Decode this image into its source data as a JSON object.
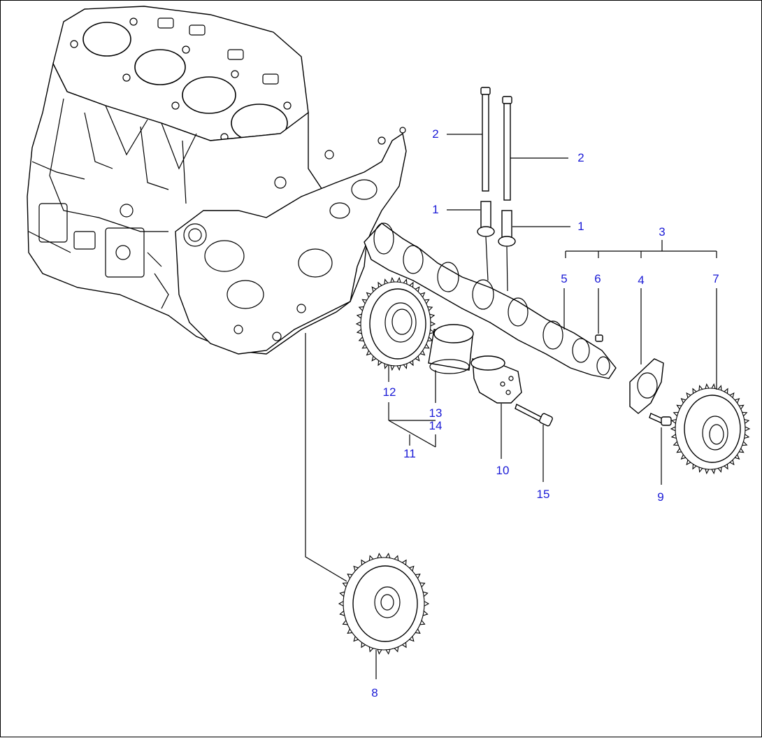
{
  "callouts": {
    "c1a": "1",
    "c1b": "1",
    "c2a": "2",
    "c2b": "2",
    "c3": "3",
    "c4": "4",
    "c5": "5",
    "c6": "6",
    "c7": "7",
    "c8": "8",
    "c9": "9",
    "c10": "10",
    "c11": "11",
    "c12": "12",
    "c13": "13",
    "c14": "14",
    "c15": "15"
  },
  "colors": {
    "callout": "#1a1ad6",
    "line": "#000000"
  }
}
